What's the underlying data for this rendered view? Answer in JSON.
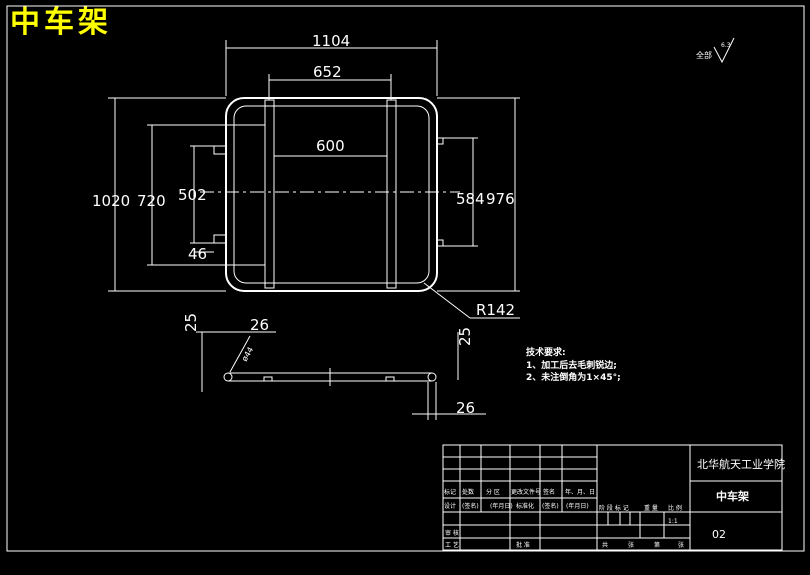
{
  "drawing": {
    "title": "中车架",
    "roughness_label": "全部",
    "roughness_value": "6.3"
  },
  "top_view": {
    "dim_overall_width": "1104",
    "dim_inner_width": "652",
    "dim_crossbar_gap": "600",
    "dim_overall_height": "1020",
    "dim_inner_height": "720",
    "dim_bracket_span": "502",
    "dim_bracket_offset": "46",
    "dim_right_inner": "584",
    "dim_right_outer": "976",
    "dim_corner_radius": "R142"
  },
  "side_view": {
    "dim_height_left": "25",
    "dim_width_left": "26",
    "dim_tube_dia": "ø44",
    "dim_height_right": "25",
    "dim_width_right": "26"
  },
  "notes": {
    "heading": "技术要求:",
    "line1": "1、加工后去毛刺锐边;",
    "line2": "2、未注倒角为1×45°;"
  },
  "title_block": {
    "school": "北华航天工业学院",
    "part_name": "中车架",
    "drawing_no": "02",
    "scale_value": "1:1",
    "row_headers": [
      "标记",
      "处数",
      "分 区",
      "更改文件号",
      "签名",
      "年、月、日"
    ],
    "row_design": [
      "设计",
      "(签名)",
      "(年月日)",
      "标准化",
      "(签名)",
      "(年月日)"
    ],
    "row_review": "审 核",
    "row_process": "工 艺",
    "approve": "批 准",
    "stage_headers": [
      "阶 段 标 记",
      "重 量",
      "比 例"
    ],
    "sheets": [
      "共",
      "张",
      "第",
      "张"
    ]
  }
}
